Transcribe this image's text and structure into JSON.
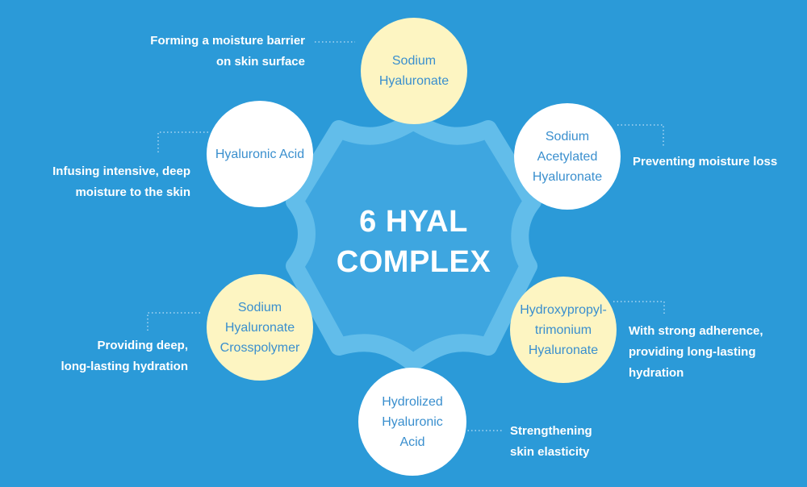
{
  "center": {
    "line1": "6 HYAL",
    "line2": "COMPLEX"
  },
  "components": [
    {
      "name": "Sodium\nHyaluronate",
      "fill": "#fdf5c2",
      "benefit": "Forming a moisture barrier\non skin surface"
    },
    {
      "name": "Sodium\nAcetylated\nHyaluronate",
      "fill": "#ffffff",
      "benefit": "Preventing moisture loss"
    },
    {
      "name": "Hydroxypropyl-\ntrimonium\nHyaluronate",
      "fill": "#fdf5c2",
      "benefit": "With strong adherence,\nproviding long-lasting\nhydration"
    },
    {
      "name": "Hydrolized\nHyaluronic\nAcid",
      "fill": "#ffffff",
      "benefit": "Strengthening\nskin elasticity"
    },
    {
      "name": "Sodium\nHyaluronate\nCrosspolymer",
      "fill": "#fdf5c2",
      "benefit": "Providing deep,\nlong-lasting hydration"
    },
    {
      "name": "Hyaluronic Acid",
      "fill": "#ffffff",
      "benefit": "Infusing intensive, deep\nmoisture to the skin"
    }
  ],
  "colors": {
    "background": "#2b9ad8",
    "gear_fill": "#3ea6e0",
    "gear_stroke": "#62bdea",
    "node_text": "#3a8fce",
    "connector": "#a9d6f2"
  }
}
